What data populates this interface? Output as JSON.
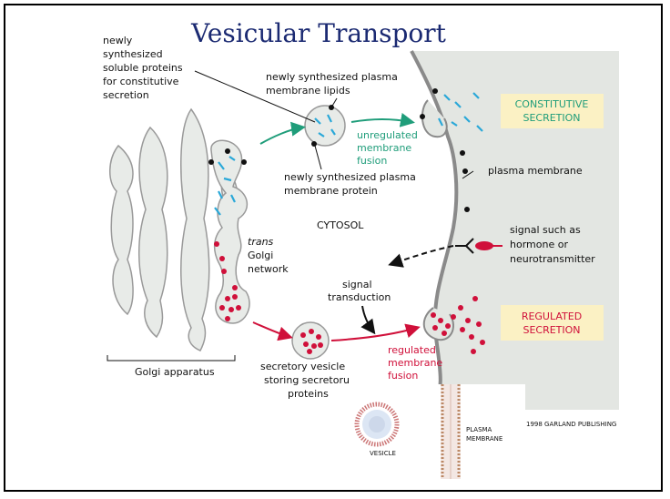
{
  "title": "Vesicular Transport",
  "labels": {
    "soluble_proteins": [
      "newly",
      "synthesized",
      "soluble proteins",
      "for constitutive",
      "secretion"
    ],
    "membrane_lipids": [
      "newly synthesized plasma",
      "membrane lipids"
    ],
    "unregulated_fusion": [
      "unregulated",
      "membrane",
      "fusion"
    ],
    "membrane_protein": [
      "newly synthesized plasma",
      "membrane protein"
    ],
    "constitutive_secretion": [
      "CONSTITUTIVE",
      "SECRETION"
    ],
    "plasma_membrane": "plasma membrane",
    "cytosol": "CYTOSOL",
    "trans_golgi": [
      "trans",
      "Golgi",
      "network"
    ],
    "signal": [
      "signal such as",
      "hormone or",
      "neurotransmitter"
    ],
    "signal_transduction": [
      "signal",
      "transduction"
    ],
    "regulated_secretion": [
      "REGULATED",
      "SECRETION"
    ],
    "golgi_apparatus": "Golgi apparatus",
    "secretory_vesicle": [
      "secretory vesicle",
      "storing secretoru",
      "proteins"
    ],
    "regulated_fusion": [
      "regulated",
      "membrane",
      "fusion"
    ],
    "copyright": "1998 GARLAND PUBLISHING",
    "inset_vesicle": "VESICLE",
    "inset_membrane": [
      "PLASMA",
      "MEMBRANE"
    ]
  },
  "colors": {
    "title": "#1b2a72",
    "cytosol_bg": "#e3e6e2",
    "constitutive": "#1f9d7a",
    "regulated": "#d0103a",
    "callout_box": "#fbf1c4",
    "cargo_blue": "#2aa8d8"
  }
}
